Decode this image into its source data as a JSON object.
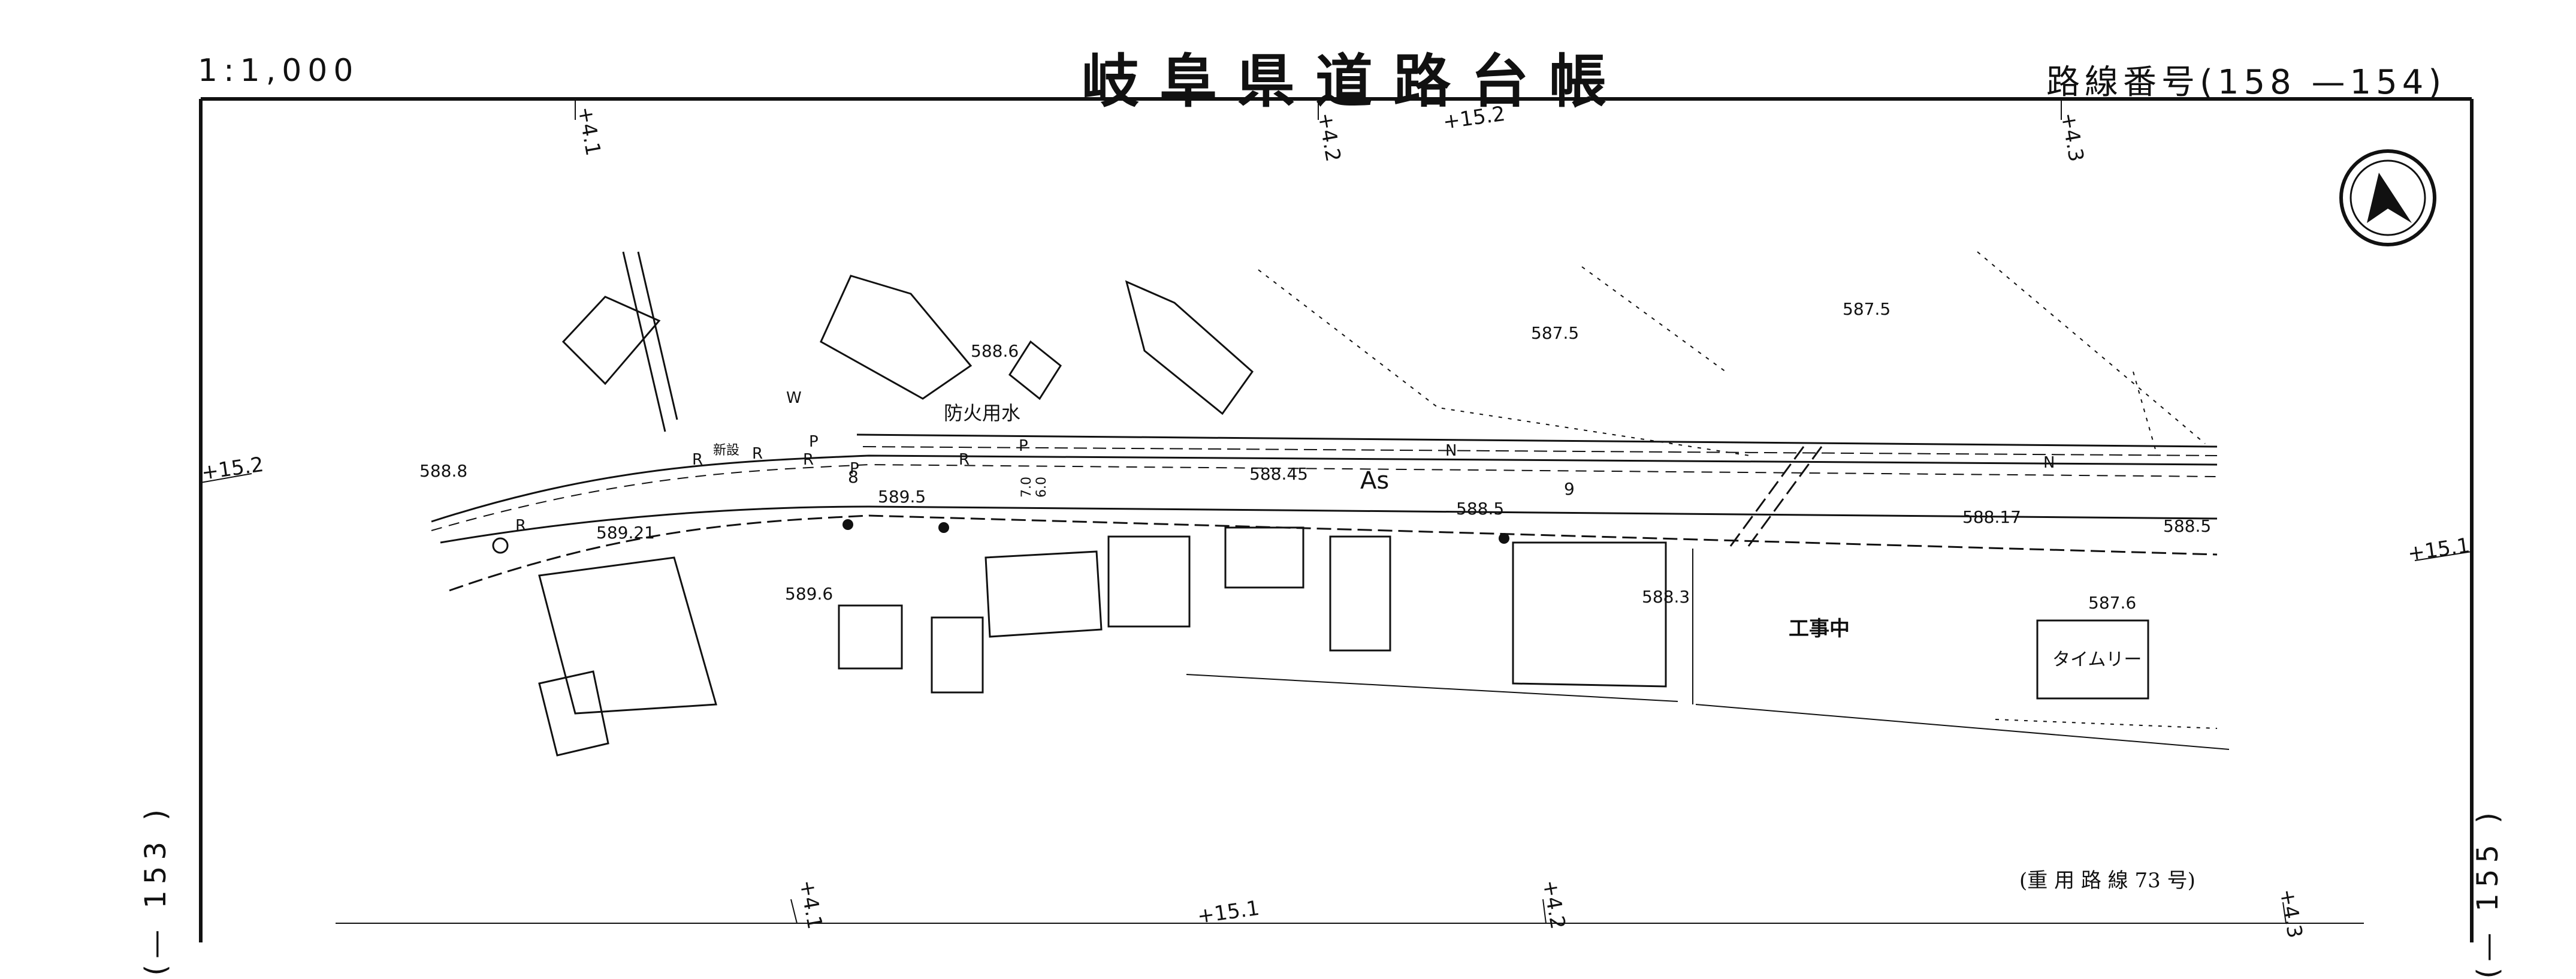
{
  "header": {
    "scale": "1:1,000",
    "title": "岐阜県道路台帳",
    "route_number": "路線番号(158 —154)"
  },
  "adjacent_sheets": {
    "left": "(— 153 )",
    "right": "(— 155 )"
  },
  "note": "(重 用 路 線 73 号)",
  "colors": {
    "ink": "#111111",
    "paper": "#ffffff"
  },
  "icons": {
    "north_arrow": "north-arrow-icon"
  },
  "grid_labels": {
    "top": [
      "+4.1",
      "+4.2",
      "+15.2",
      "+4.3"
    ],
    "left": "+15.2",
    "right": "+15.1",
    "bottom": [
      "+4.1",
      "+15.1",
      "+4.2",
      "+4.3"
    ]
  },
  "elevations": [
    "588.6",
    "587.5",
    "587.5",
    "588.8",
    "589.21",
    "589.5",
    "588.45",
    "588.5",
    "588.17",
    "588.5",
    "589.6",
    "588.3",
    "587.6"
  ],
  "map_labels": {
    "fire_water": "防火用水",
    "under_construction": "工事中",
    "timely": "タイムリー",
    "pavement": "As",
    "new_install": "新設",
    "road_center_num": "9",
    "width_a": "7.0",
    "width_b": "6.0",
    "marker_8": "8",
    "marker_w": "W",
    "marker_n": "N",
    "marker_r": "R",
    "marker_p": "P"
  }
}
